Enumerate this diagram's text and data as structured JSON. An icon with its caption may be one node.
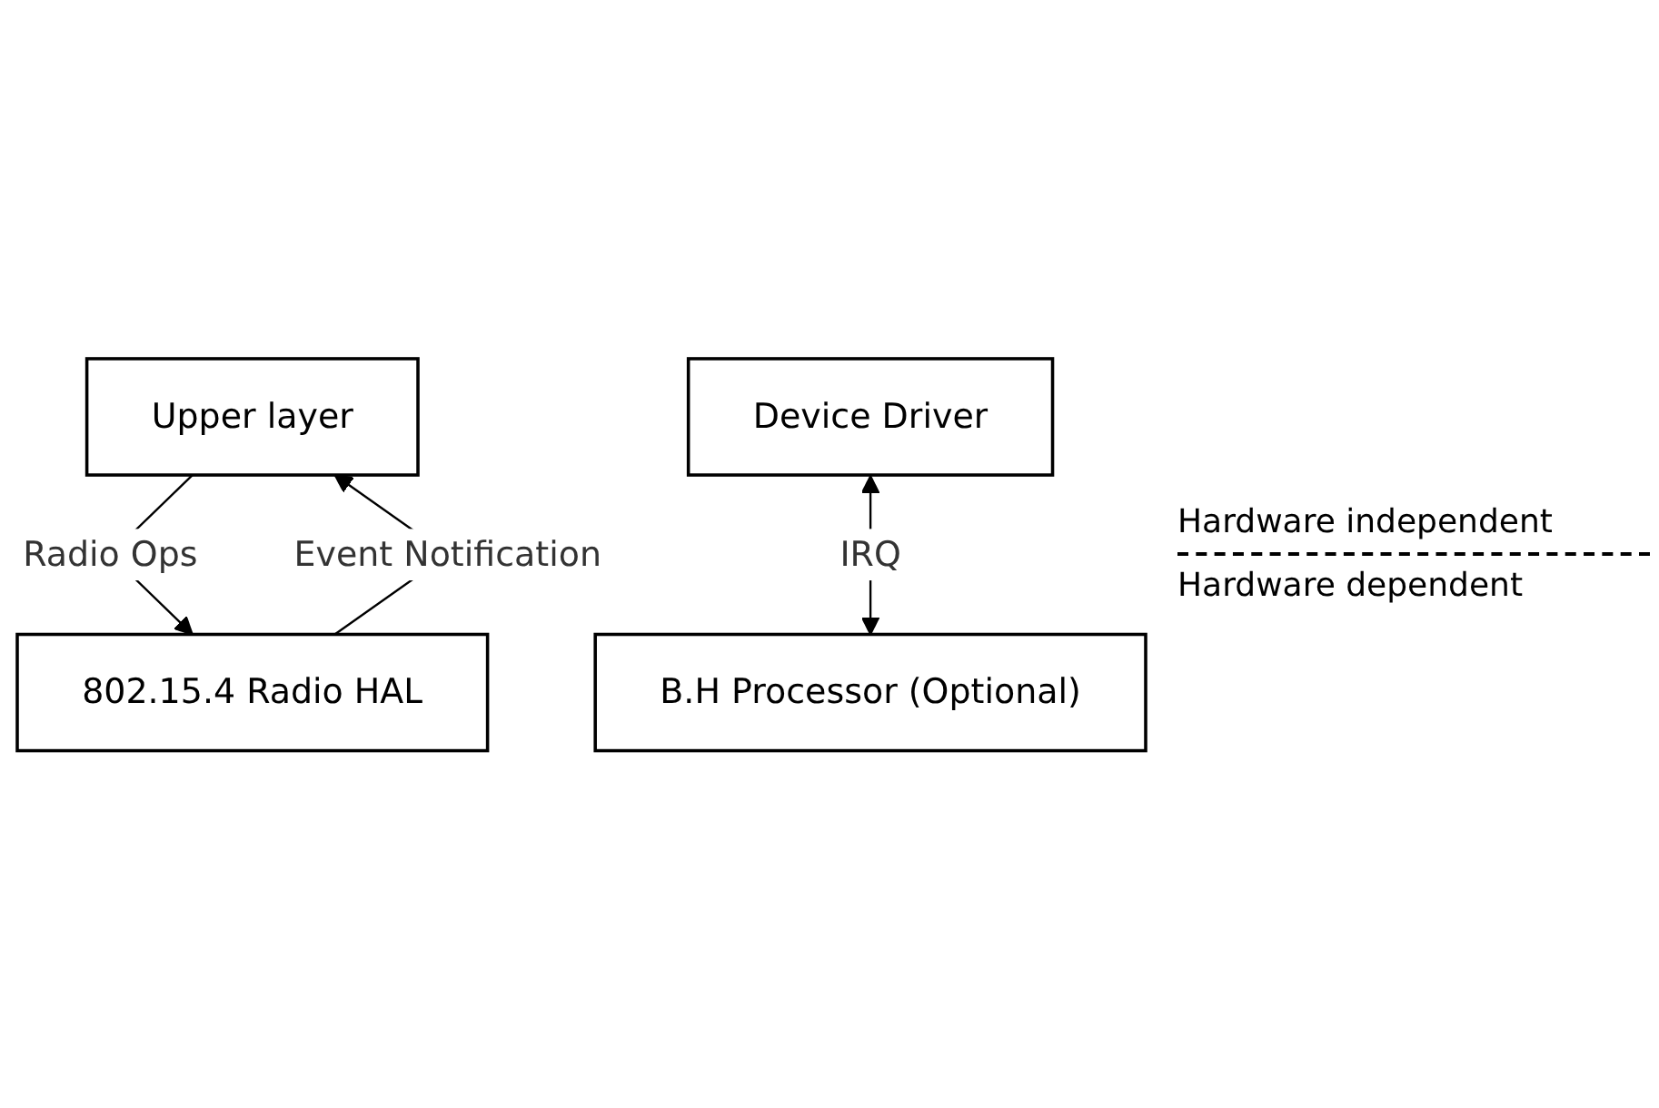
{
  "diagram": {
    "nodes": [
      {
        "text": [
          "Upper layer"
        ]
      },
      {
        "text": [
          "B.H Processor (Optional)"
        ]
      },
      {
        "text": [
          "802.15.4 Radio HAL"
        ]
      },
      {
        "text": [
          "Device Driver"
        ]
      }
    ],
    "edges": [
      {
        "from": 0,
        "to": 2,
        "arrow": "to",
        "label": "Radio Ops"
      },
      {
        "from": 2,
        "to": 0,
        "arrow": "to",
        "label": "Event Notification"
      },
      {
        "from": 3,
        "to": 1,
        "arrow": "both",
        "label": "IRQ"
      }
    ],
    "labels": [
      "Hardware independent",
      "Hardware dependent"
    ]
  }
}
